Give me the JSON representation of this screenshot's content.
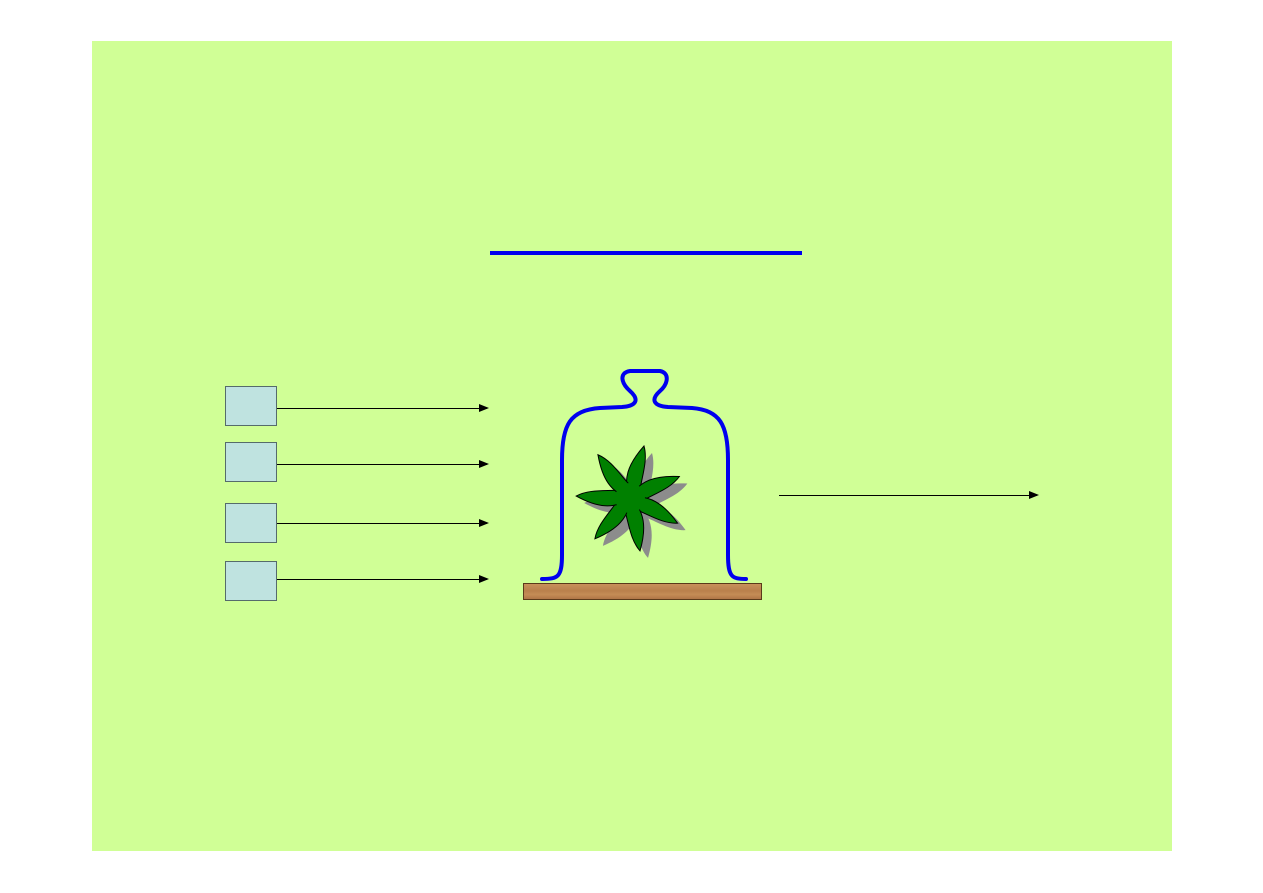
{
  "slide": {
    "background_color": "#d0ff96"
  },
  "title": {
    "underline_color": "#0000ee"
  },
  "inputs": [
    {
      "id": "input-1"
    },
    {
      "id": "input-2"
    },
    {
      "id": "input-3"
    },
    {
      "id": "input-4"
    }
  ],
  "bell_jar": {
    "glass_color": "#0000ee",
    "plant_color": "#008000",
    "shadow_color": "#8c8c8c",
    "base_color": "#c08850"
  },
  "output": {
    "arrow_color": "#000000"
  }
}
